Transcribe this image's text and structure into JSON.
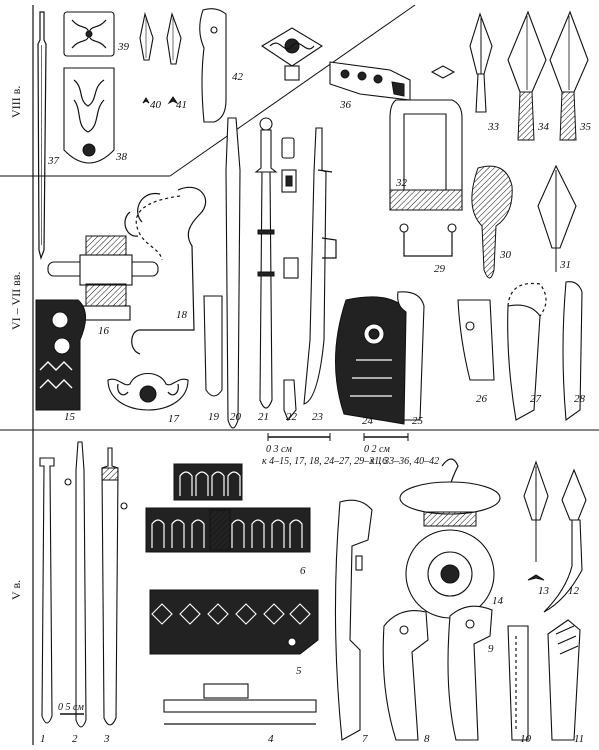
{
  "periods": {
    "p8": "VIII в.",
    "p67": "VI – VII вв.",
    "p5": "V в."
  },
  "figure_numbers": [
    "1",
    "2",
    "3",
    "4",
    "5",
    "6",
    "7",
    "8",
    "9",
    "10",
    "11",
    "12",
    "13",
    "14",
    "15",
    "16",
    "17",
    "18",
    "19",
    "20",
    "21",
    "22",
    "23",
    "24",
    "25",
    "26",
    "27",
    "28",
    "29",
    "30",
    "31",
    "32",
    "33",
    "34",
    "35",
    "36",
    "37",
    "38",
    "39",
    "40",
    "41",
    "42"
  ],
  "scales": {
    "s1_label": "0   5 см",
    "s2_label": "0     3 см",
    "s2_note": "к 4–15, 17, 18, 24–27, 29–31, 33–36, 40–42",
    "s3_label": "0   2 см",
    "s3_note": "к 16"
  }
}
